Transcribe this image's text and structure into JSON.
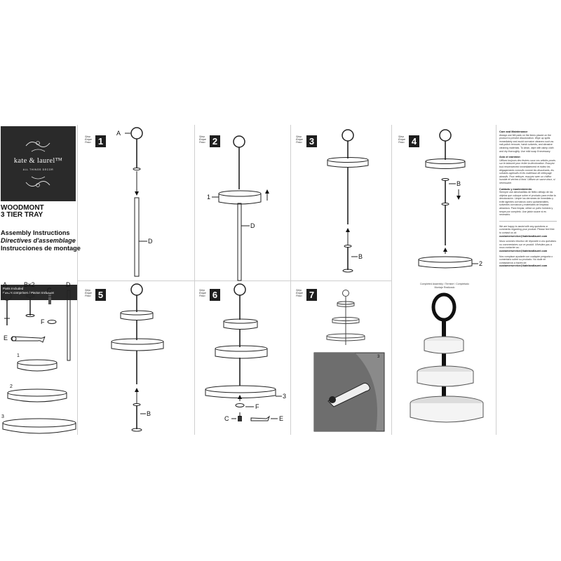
{
  "brand": {
    "name": "kate & laurel™",
    "tagline": "ALL THINGS DECOR"
  },
  "product": {
    "title_line1": "WOODMONT",
    "title_line2": "3 TIER TRAY"
  },
  "instructions": {
    "en": "Assembly Instructions",
    "fr": "Directives d'assemblage",
    "es": "Instrucciones de montage"
  },
  "parts": {
    "header_en": "Parts Included",
    "header_alt": "Pièces comprises / Piezas Incluidas",
    "labels": {
      "A": "A",
      "B": "Bx2",
      "C": "C",
      "D": "D",
      "E": "E",
      "F": "F",
      "one": "1",
      "two": "2",
      "three": "3"
    }
  },
  "step_word": {
    "en": "Step",
    "fr": "Étape",
    "es": "Paso"
  },
  "steps": [
    {
      "number": "1",
      "labels": [
        "A",
        "D"
      ]
    },
    {
      "number": "2",
      "labels": [
        "1",
        "D"
      ]
    },
    {
      "number": "3",
      "labels": [
        "B"
      ]
    },
    {
      "number": "4",
      "labels": [
        "B",
        "2"
      ]
    },
    {
      "number": "5",
      "labels": [
        "B"
      ]
    },
    {
      "number": "6",
      "labels": [
        "3",
        "F",
        "C",
        "E"
      ]
    },
    {
      "number": "7",
      "labels": [
        "3"
      ]
    }
  ],
  "completed_caption": [
    "Completed Assembly / Terminé / Completado",
    "Montaje Realizado"
  ],
  "care": {
    "en_title": "Care and Maintenance",
    "en_body": "Always use felt pads on the items placed on the product to prevent discoloration. Wipe up spills immediately and avoid corrosive cleaners such as nail-polish remover, harsh solvents, and abrasive cleaning materials. To clean, wipe with damp cloth and dry thoroughly. Use mild soap if necessary.",
    "fr_title": "Soin et entretien",
    "fr_body": "Utilisez toujours des feutres sous vos articles posés sur le tabouret pour éviter la décoloration. Essuyez tout renversement immédiatement et évitez les dégagements corrosifs comme les dissolvants, les solvants agressifs et les matériaux de nettoyage abrasifs. Pour nettoyer, essuyez avec un chiffon humide et séchez à fond. Utilisez un savon doux, si nécessaire.",
    "es_title": "Cuidado y mantenimiento",
    "es_body": "Siempre use almohadillas de fieltro debajo de los objetos que coloque sobre el producto para evitar la decoloración. Limpie los derrames de inmediato y evite agentes corrosivos como quitaesmaltes, solventes corrosivos y materiales de limpieza abrasivos. Para limpiar, utilice un paño húmedo y seque por completo. Use jabón suave si es necesario.",
    "contact_en": "We are happy to assist with any questions or comments regarding your product. Please feel free to contact us at:",
    "email": "customerservice@katelandlaurel.com",
    "contact_fr": "Nous sommes heureux de répondre à vos questions ou commentaires sur ce produit. N'hésitez pas à nous contacter au :",
    "contact_es": "Nos complace ayudarle con cualquier pregunta o comentario sobre su producto. No dude en contactarnos a través de:"
  }
}
